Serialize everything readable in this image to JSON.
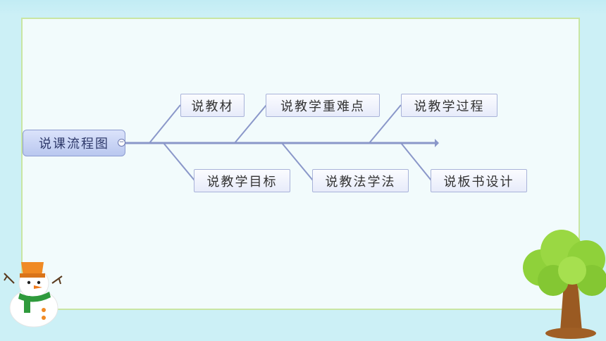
{
  "diagram": {
    "root": "说课流程图",
    "top_nodes": [
      "说教材",
      "说教学重难点",
      "说教学过程"
    ],
    "bottom_nodes": [
      "说教学目标",
      "说教法学法",
      "说板书设计"
    ],
    "collapse_symbol": "−"
  },
  "colors": {
    "background": "#ccf0f6",
    "frame_border": "#c9e6a3",
    "spine": "#8a97c9",
    "node_border": "#a9b3d9",
    "root_fill": "#b9c7ef"
  },
  "icons": [
    "snowman-icon",
    "tree-icon"
  ]
}
